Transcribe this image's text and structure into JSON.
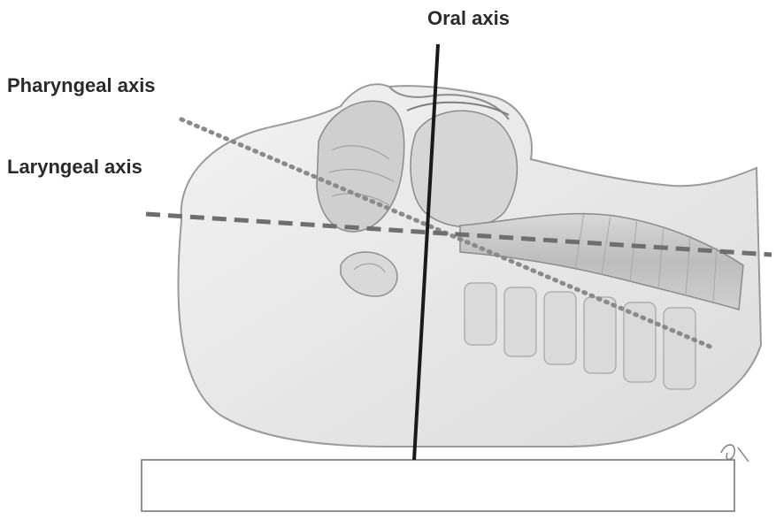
{
  "labels": {
    "oral_axis": "Oral axis",
    "pharyngeal_axis": "Pharyngeal axis",
    "laryngeal_axis": "Laryngeal axis"
  },
  "colors": {
    "oral_axis_line": "#1a1a1a",
    "pharyngeal_axis_line": "#8a8a8a",
    "laryngeal_axis_line": "#6e6e6e",
    "illustration_fill": "#e6e6e6",
    "illustration_outline": "#9a9a9a"
  },
  "legend_styles": {
    "oral_axis": "solid",
    "pharyngeal_axis": "dotted",
    "laryngeal_axis": "dashed"
  }
}
